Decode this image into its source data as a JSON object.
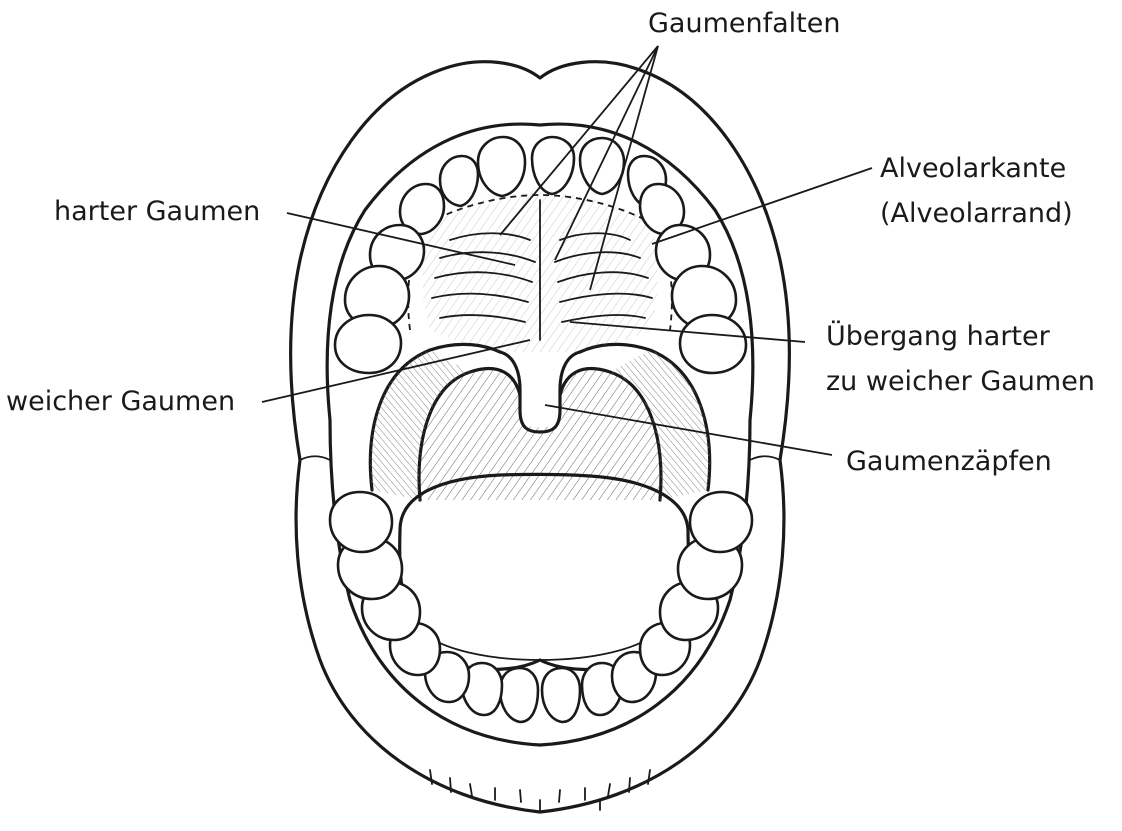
{
  "labels": {
    "gaumenfalten": "Gaumenfalten",
    "harter_gaumen": "harter Gaumen",
    "alveolarkante_line1": "Alveolarkante",
    "alveolarkante_line2": "(Alveolarrand)",
    "uebergang_line1": "Übergang harter",
    "uebergang_line2": "zu weicher Gaumen",
    "weicher_gaumen": "weicher Gaumen",
    "gaumenzaepfchen": "Gaumenzäpfen"
  },
  "colors": {
    "ink": "#1a1a1a",
    "background": "#ffffff"
  }
}
